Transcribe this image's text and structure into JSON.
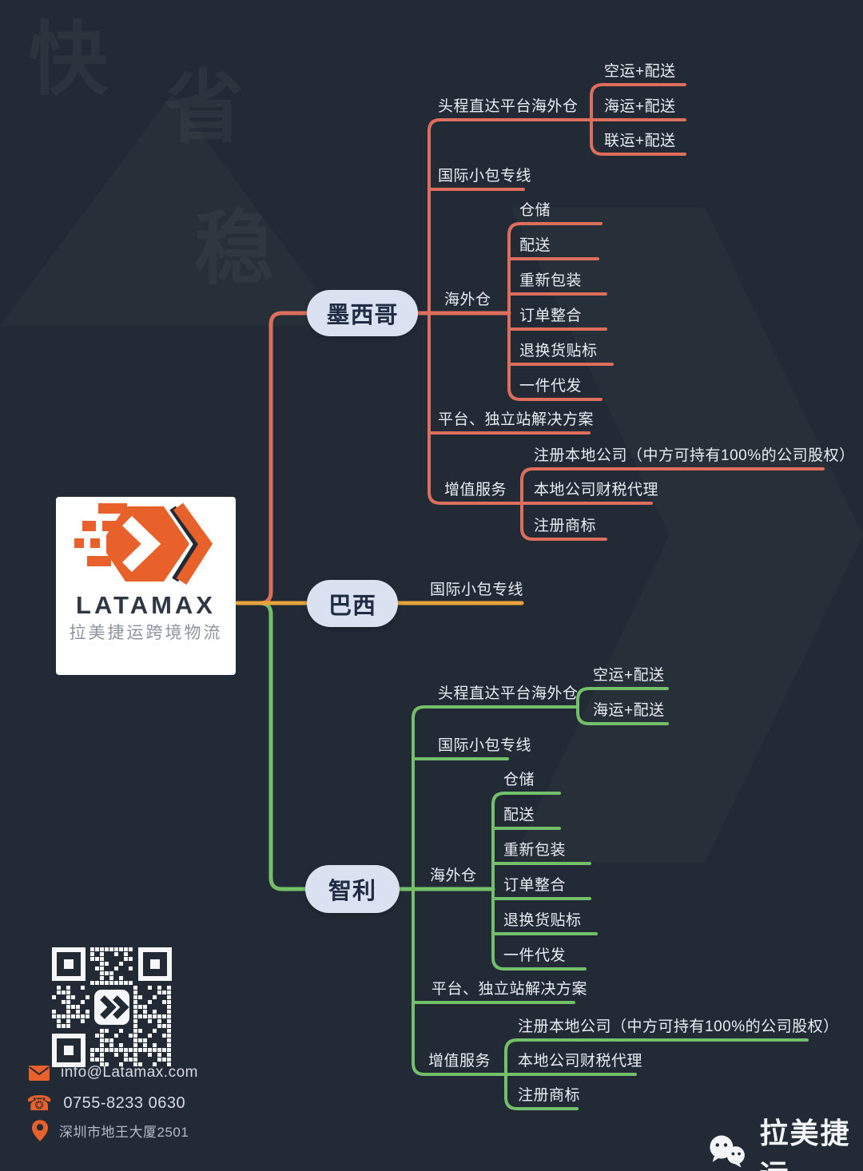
{
  "watermark": {
    "char1": "快",
    "char2": "省",
    "char3": "稳"
  },
  "logo": {
    "wordmark": "LATAMAX",
    "tagline": "拉美捷运跨境物流"
  },
  "colors": {
    "background": "#222b35",
    "mexico_branch": "#dd6e5b",
    "brazil_branch": "#e7a43d",
    "chile_branch": "#74c06a",
    "accent_orange": "#e8612b",
    "pill_bg": "#dae1f0"
  },
  "branches": {
    "mexico": {
      "label": "墨西哥",
      "nodes": {
        "firstmile": {
          "label": "头程直达平台海外仓",
          "leaves": [
            "空运+配送",
            "海运+配送",
            "联运+配送"
          ]
        },
        "parcel": {
          "label": "国际小包专线"
        },
        "warehouse": {
          "label": "海外仓",
          "leaves": [
            "仓储",
            "配送",
            "重新包装",
            "订单整合",
            "退换货贴标",
            "一件代发"
          ]
        },
        "platform": {
          "label": "平台、独立站解决方案"
        },
        "vas": {
          "label": "增值服务",
          "leaves": [
            "注册本地公司（中方可持有100%的公司股权）",
            "本地公司财税代理",
            "注册商标"
          ]
        }
      }
    },
    "brazil": {
      "label": "巴西",
      "nodes": {
        "parcel": {
          "label": "国际小包专线"
        }
      }
    },
    "chile": {
      "label": "智利",
      "nodes": {
        "firstmile": {
          "label": "头程直达平台海外仓",
          "leaves": [
            "空运+配送",
            "海运+配送"
          ]
        },
        "parcel": {
          "label": "国际小包专线"
        },
        "warehouse": {
          "label": "海外仓",
          "leaves": [
            "仓储",
            "配送",
            "重新包装",
            "订单整合",
            "退换货贴标",
            "一件代发"
          ]
        },
        "platform": {
          "label": "平台、独立站解决方案"
        },
        "vas": {
          "label": "增值服务",
          "leaves": [
            "注册本地公司（中方可持有100%的公司股权）",
            "本地公司财税代理",
            "注册商标"
          ]
        }
      }
    }
  },
  "contact": {
    "email": "info@Latamax.com",
    "phone": "0755-8233 0630",
    "address": "深圳市地王大厦2501",
    "email_icon": "envelope-icon",
    "phone_icon": "phone-icon",
    "address_icon": "location-pin-icon"
  },
  "wechat": {
    "name": "拉美捷运"
  }
}
